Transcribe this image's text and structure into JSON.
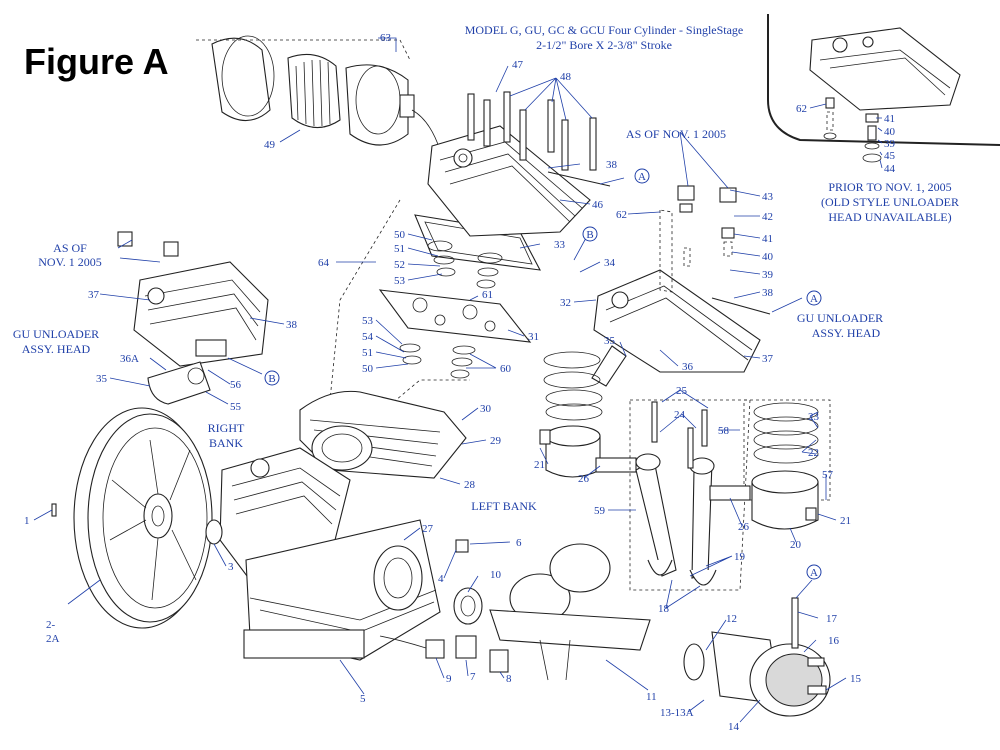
{
  "figure_title": "Figure A",
  "model_heading": {
    "line1": "MODEL G, GU, GC & GCU Four Cylinder - SingleStage",
    "line2": "2-1/2\" Bore X 2-3/8\" Stroke"
  },
  "inset_note": {
    "line1": "PRIOR TO NOV. 1, 2005",
    "line2": "(OLD STYLE UNLOADER",
    "line3": "HEAD UNAVAILABLE)"
  },
  "captions": {
    "as_of_left_1": "AS OF",
    "as_of_left_2": "NOV. 1 2005",
    "gu_left_1": "GU UNLOADER",
    "gu_left_2": "ASSY. HEAD",
    "as_of_right": "AS OF NOV. 1 2005",
    "gu_right_1": "GU UNLOADER",
    "gu_right_2": "ASSY. HEAD",
    "right_bank_1": "RIGHT",
    "right_bank_2": "BANK",
    "left_bank": "LEFT BANK"
  },
  "callout_markers": [
    "A",
    "B",
    "A",
    "B",
    "A"
  ],
  "part_numbers": [
    "63",
    "47",
    "48",
    "49",
    "38",
    "46",
    "64",
    "50",
    "51",
    "52",
    "53",
    "33",
    "61",
    "53",
    "54",
    "51",
    "50",
    "31",
    "60",
    "37",
    "38",
    "36A",
    "35",
    "56",
    "55",
    "43",
    "42",
    "41",
    "40",
    "39",
    "38",
    "62",
    "34",
    "32",
    "35",
    "36",
    "37",
    "62",
    "41",
    "40",
    "39",
    "45",
    "44",
    "30",
    "29",
    "28",
    "27",
    "25",
    "24",
    "23",
    "22",
    "57",
    "58",
    "59",
    "26",
    "21",
    "26",
    "21",
    "20",
    "19",
    "18",
    "1",
    "2-",
    "2A",
    "3",
    "4",
    "6",
    "10",
    "5",
    "9",
    "7",
    "8",
    "11",
    "12",
    "13-13A",
    "14",
    "15",
    "16",
    "17"
  ]
}
